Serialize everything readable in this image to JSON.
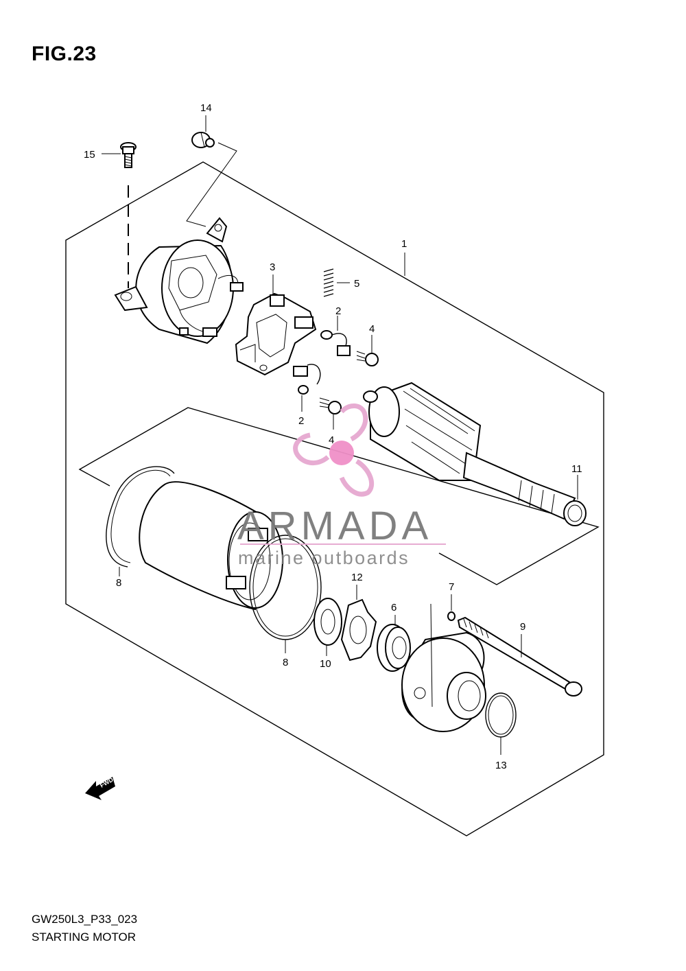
{
  "figure": {
    "title": "FIG.23",
    "code": "GW250L3_P33_023",
    "name": "STARTING MOTOR"
  },
  "watermark": {
    "brand": "ARMADA",
    "tagline": "marine outboards",
    "colors": {
      "propeller": "#e6a8d0",
      "hub": "#f090c8",
      "text": "#7a7a7a"
    }
  },
  "direction_badge": "FWD",
  "callouts": [
    {
      "id": "c14",
      "label": "14"
    },
    {
      "id": "c15",
      "label": "15"
    },
    {
      "id": "c1",
      "label": "1"
    },
    {
      "id": "c3",
      "label": "3"
    },
    {
      "id": "c5",
      "label": "5"
    },
    {
      "id": "c2a",
      "label": "2"
    },
    {
      "id": "c4a",
      "label": "4"
    },
    {
      "id": "c2b",
      "label": "2"
    },
    {
      "id": "c4b",
      "label": "4"
    },
    {
      "id": "c11",
      "label": "11"
    },
    {
      "id": "c8a",
      "label": "8"
    },
    {
      "id": "c12",
      "label": "12"
    },
    {
      "id": "c7",
      "label": "7"
    },
    {
      "id": "c6",
      "label": "6"
    },
    {
      "id": "c9",
      "label": "9"
    },
    {
      "id": "c8b",
      "label": "8"
    },
    {
      "id": "c10",
      "label": "10"
    },
    {
      "id": "c13",
      "label": "13"
    }
  ]
}
